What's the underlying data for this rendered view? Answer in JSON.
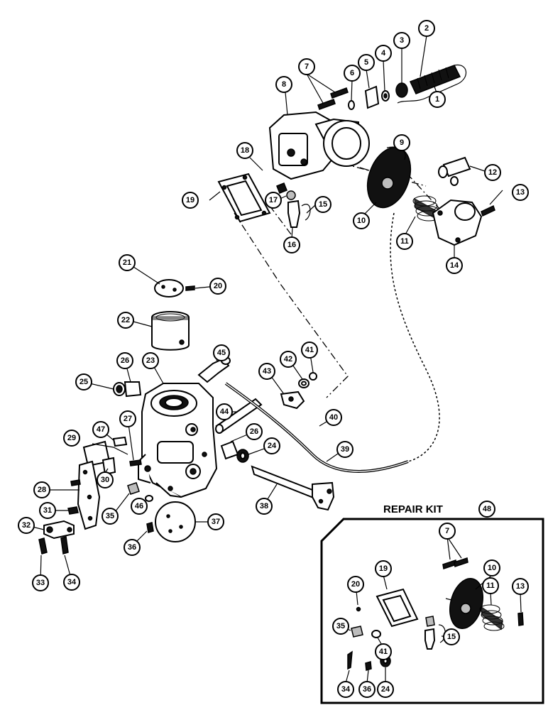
{
  "repair_kit": {
    "title": "REPAIR KIT",
    "number": "48",
    "items": [
      "7",
      "10",
      "11",
      "13",
      "15",
      "19",
      "20",
      "24",
      "34",
      "35",
      "36",
      "41"
    ]
  },
  "callouts": [
    "1",
    "2",
    "3",
    "4",
    "5",
    "6",
    "7",
    "8",
    "9",
    "10",
    "11",
    "12",
    "13",
    "14",
    "15",
    "16",
    "17",
    "18",
    "19",
    "20",
    "21",
    "22",
    "23",
    "24",
    "25",
    "26",
    "27",
    "28",
    "29",
    "30",
    "31",
    "32",
    "33",
    "34",
    "35",
    "36",
    "37",
    "38",
    "39",
    "40",
    "41",
    "42",
    "43",
    "44",
    "45",
    "46",
    "47"
  ]
}
